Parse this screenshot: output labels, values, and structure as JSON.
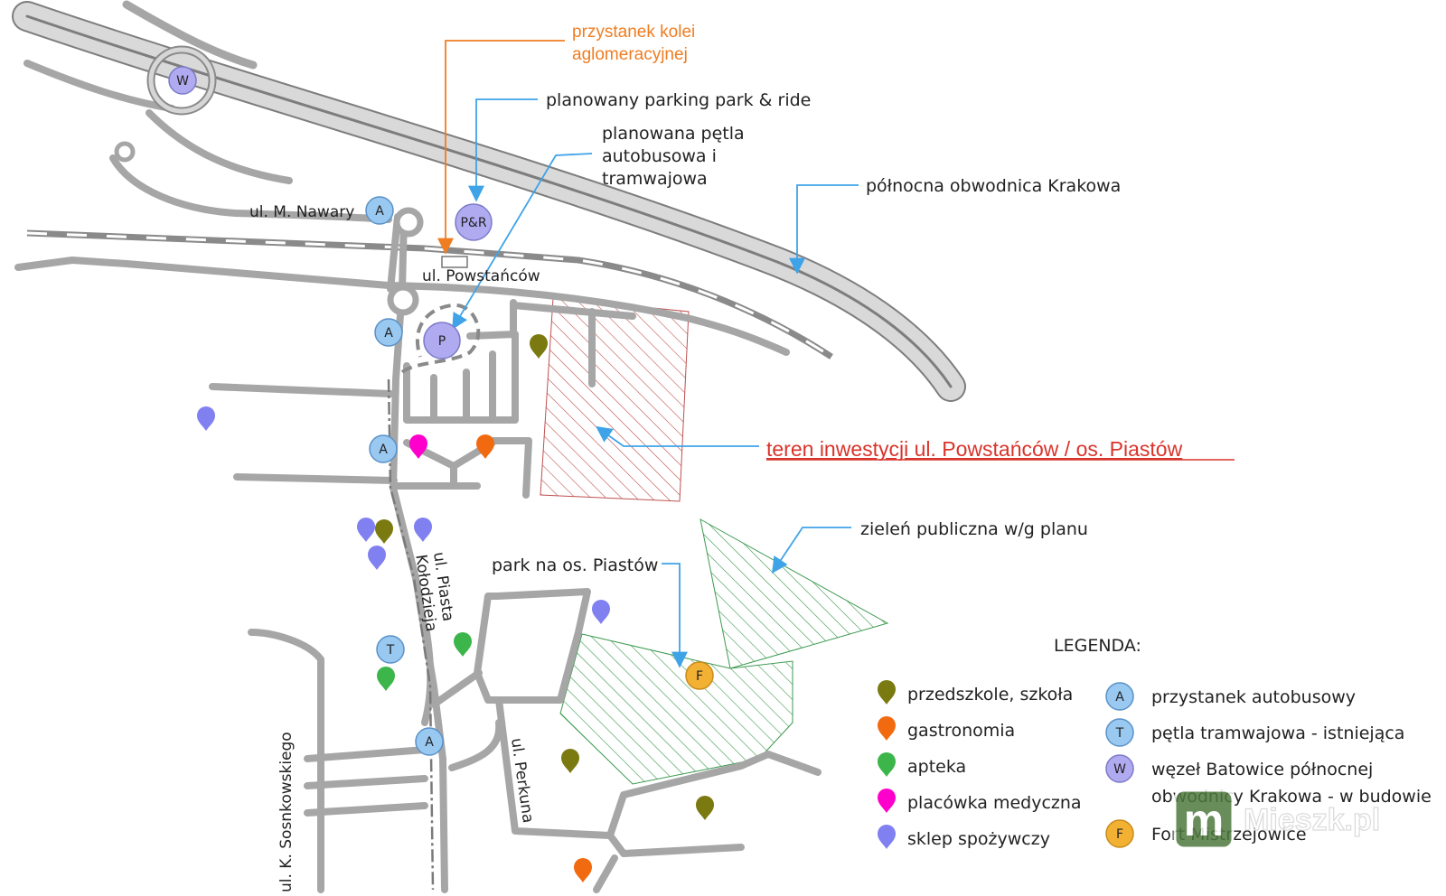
{
  "annotations": {
    "rail_stop": [
      "przystanek kolei",
      "aglomeracyjnej"
    ],
    "park_ride": "planowany parking park & ride",
    "loop": [
      "planowana pętla",
      "autobusowa i",
      "tramwajowa"
    ],
    "ring_road": "północna obwodnica Krakowa",
    "investment": "teren inwestycji ul. Powstańców / os. Piastów",
    "green": "zieleń publiczna w/g planu",
    "park": "park na os. Piastów"
  },
  "streets": {
    "nawary": "ul. M. Nawary",
    "powstancow": "ul. Powstańców",
    "kolodzieja": [
      "ul. Piasta",
      "Kołodzieja"
    ],
    "perkuna": "ul. Perkuna",
    "sosnkowskiego": "ul. K. Sosnkowskiego"
  },
  "badges": {
    "w": "W",
    "pr": "P&R",
    "p": "P",
    "a": "A",
    "t": "T",
    "f": "F"
  },
  "legend": {
    "title": "LEGENDA:",
    "pins": [
      {
        "label": "przedszkole, szkoła",
        "color": "#7a7a10"
      },
      {
        "label": "gastronomia",
        "color": "#f26a10"
      },
      {
        "label": "apteka",
        "color": "#3cb54a"
      },
      {
        "label": "placówka medyczna",
        "color": "#ff00cc"
      },
      {
        "label": "sklep spożywczy",
        "color": "#8080f0"
      }
    ],
    "symbols": [
      {
        "letter": "A",
        "label": "przystanek autobusowy",
        "color": "#99c8f0"
      },
      {
        "letter": "T",
        "label": "pętla tramwajowa - istniejąca",
        "color": "#99c8f0"
      },
      {
        "letter": "W",
        "label": [
          "węzeł Batowice północnej",
          "obwodnicy Krakowa - w budowie"
        ],
        "color": "#b0aaf0"
      },
      {
        "letter": "F",
        "label": "Fort Mistrzejowice",
        "color": "#f2b132"
      }
    ]
  },
  "watermark": {
    "mark": "m",
    "text": "Mieszk.pl"
  },
  "colors": {
    "road": "#a6a6a6",
    "orange_leader": "#ef7d22",
    "blue_leader": "#3fa3e8",
    "investment_hatch": "#c05050",
    "green_hatch": "#3c9a50"
  }
}
